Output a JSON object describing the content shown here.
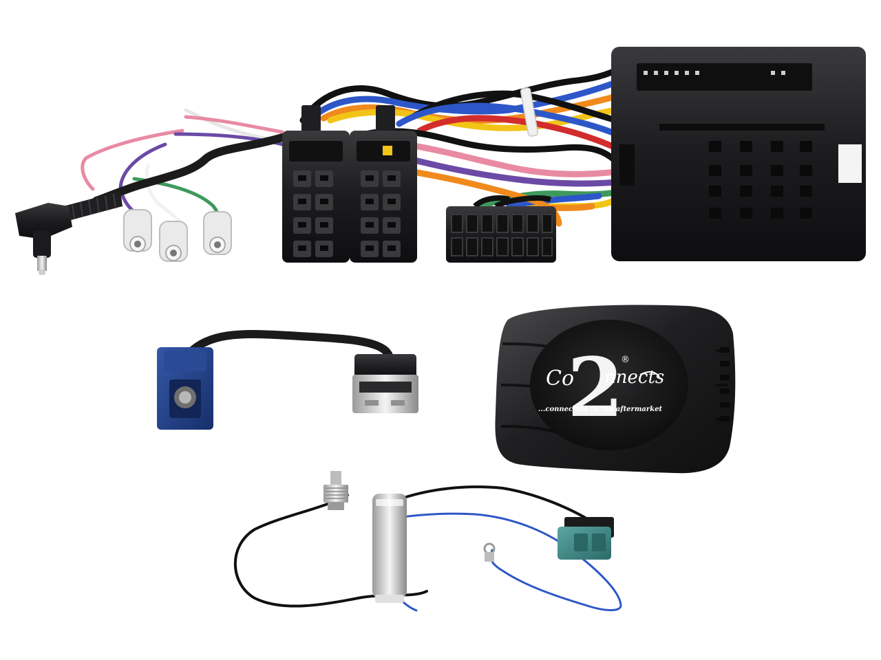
{
  "image": {
    "background": "#ffffff",
    "description_items": [
      "iso-harness",
      "fakra-usb-adapter",
      "interface-box",
      "antenna-adapter"
    ]
  },
  "interface_box": {
    "brand_prefix": "Co",
    "brand_digit": "2",
    "brand_suffix": "nnects",
    "registered_mark": "®",
    "tagline": "...connecting to the aftermarket"
  },
  "colors": {
    "plastic_black": "#1c1c1e",
    "plastic_dark": "#2a2a2c",
    "fakra_blue": "#1f3f86",
    "fakra_teal": "#3f8a88",
    "wire_red": "#d22c2c",
    "wire_yellow": "#f2c417",
    "wire_orange": "#f08a1d",
    "wire_blue": "#2d57c8",
    "wire_purple": "#6b4aa6",
    "wire_pink": "#e98aa3",
    "wire_green": "#3e9a5c",
    "wire_white": "#f2f2f2",
    "wire_black": "#111111",
    "antenna_white": "#e8e8e8"
  }
}
